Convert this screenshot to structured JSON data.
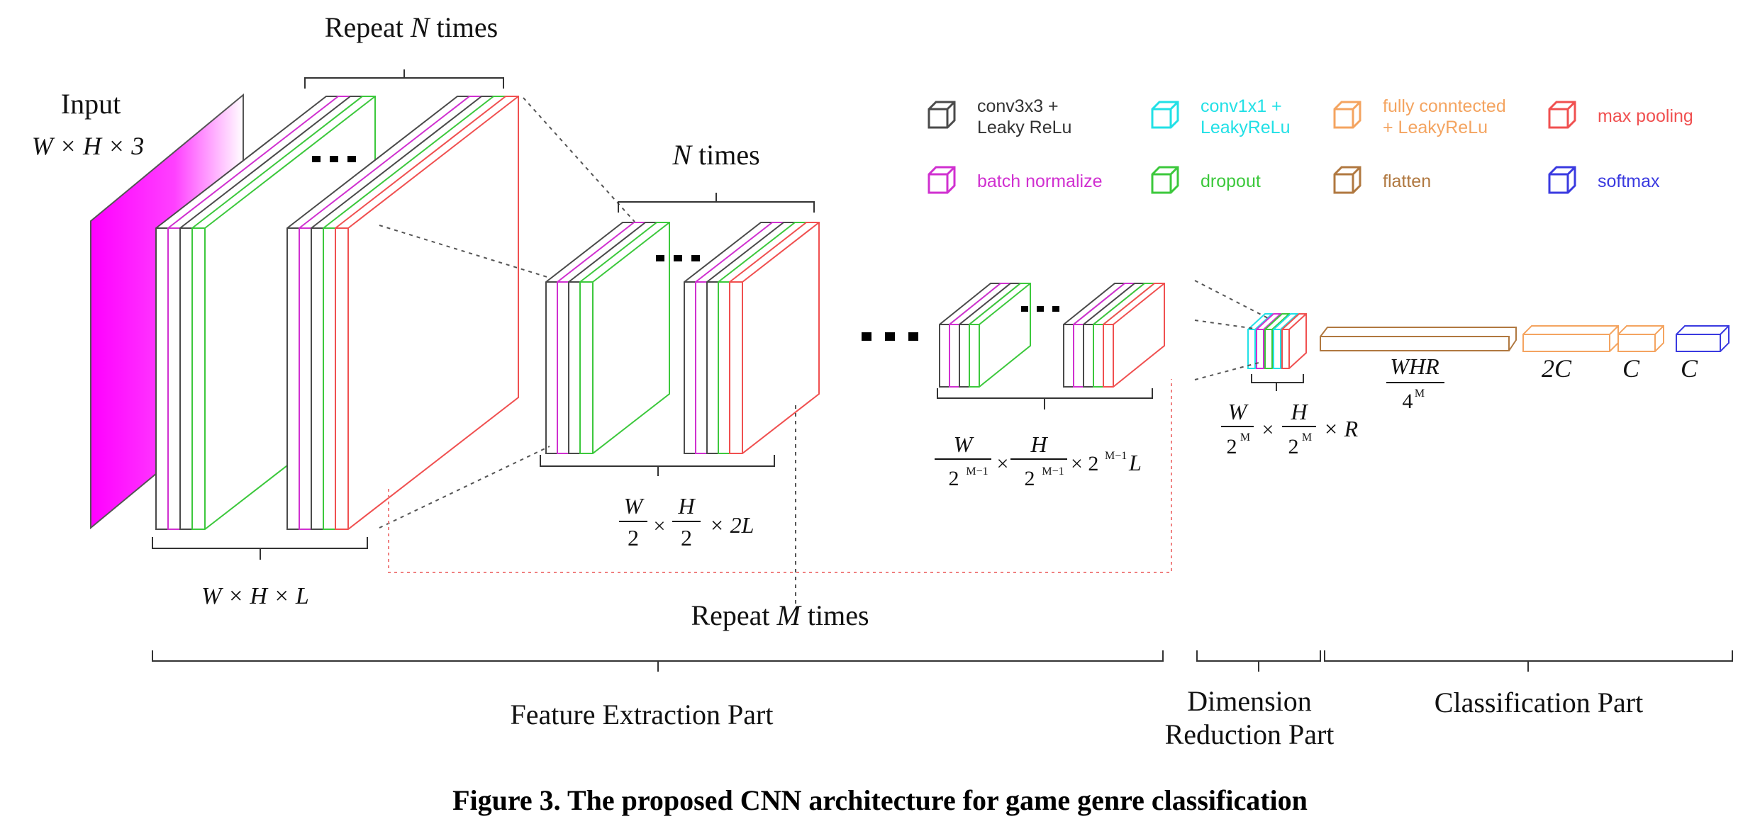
{
  "colors": {
    "conv3x3": "#4a4a4a",
    "batch_normalize": "#d030d0",
    "dropout": "#3cc83c",
    "max_pooling": "#f05050",
    "conv1x1": "#22e0e6",
    "fully_connected": "#f4a460",
    "flatten": "#b07840",
    "softmax": "#3a3ae0",
    "input_fill": "#ff00ff",
    "guide_dotted": "#555555",
    "repeat_box": "#f08080"
  },
  "input": {
    "label": "Input",
    "dims": "W × H × 3"
  },
  "repeats": {
    "repeat_n_prefix": "Repeat ",
    "repeat_n_var": "N",
    "repeat_n_suffix": " times",
    "n_times_var": "N",
    "n_times_suffix": " times",
    "repeat_m_prefix": "Repeat ",
    "repeat_m_var": "M",
    "repeat_m_suffix": " times"
  },
  "dimensions": {
    "block1": "W × H × L",
    "block2_w_num": "W",
    "block2_w_den": "2",
    "block2_h_num": "H",
    "block2_h_den": "2",
    "block2_tail": "× 2L",
    "block3_w_num": "W",
    "block3_w_den": "2",
    "block3_h_num": "H",
    "block3_h_den": "2",
    "block3_exp": "M−1",
    "block3_tail": "× 2",
    "block3_tail_exp": "M−1",
    "block3_tail_var": "L",
    "dimred_w_num": "W",
    "dimred_w_den": "2",
    "dimred_h_num": "H",
    "dimred_h_den": "2",
    "dimred_exp": "M",
    "dimred_tail": "× R",
    "flatten_num": "WHR",
    "flatten_den": "4",
    "flatten_exp": "M",
    "fc1": "2C",
    "fc2": "C",
    "softmax": "C",
    "times": "×"
  },
  "legend": [
    {
      "key": "conv3x3",
      "line1": "conv3x3 +",
      "line2": "Leaky ReLu",
      "icon": "cube-icon"
    },
    {
      "key": "conv1x1",
      "line1": "conv1x1 +",
      "line2": "LeakyReLu",
      "icon": "cube-icon"
    },
    {
      "key": "fully_connected",
      "line1": "fully conntected",
      "line2": "+ LeakyReLu",
      "icon": "cube-icon"
    },
    {
      "key": "max_pooling",
      "line1": "max pooling",
      "line2": "",
      "icon": "cube-icon"
    },
    {
      "key": "batch_normalize",
      "line1": "batch normalize",
      "line2": "",
      "icon": "cube-icon"
    },
    {
      "key": "dropout",
      "line1": "dropout",
      "line2": "",
      "icon": "cube-icon"
    },
    {
      "key": "flatten",
      "line1": "flatten",
      "line2": "",
      "icon": "cube-icon"
    },
    {
      "key": "softmax",
      "line1": "softmax",
      "line2": "",
      "icon": "cube-icon"
    }
  ],
  "parts": {
    "feature_extraction": "Feature Extraction Part",
    "dimension_reduction_line1": "Dimension",
    "dimension_reduction_line2": "Reduction Part",
    "classification": "Classification Part"
  },
  "caption": "Figure 3. The proposed CNN architecture for game genre classification"
}
